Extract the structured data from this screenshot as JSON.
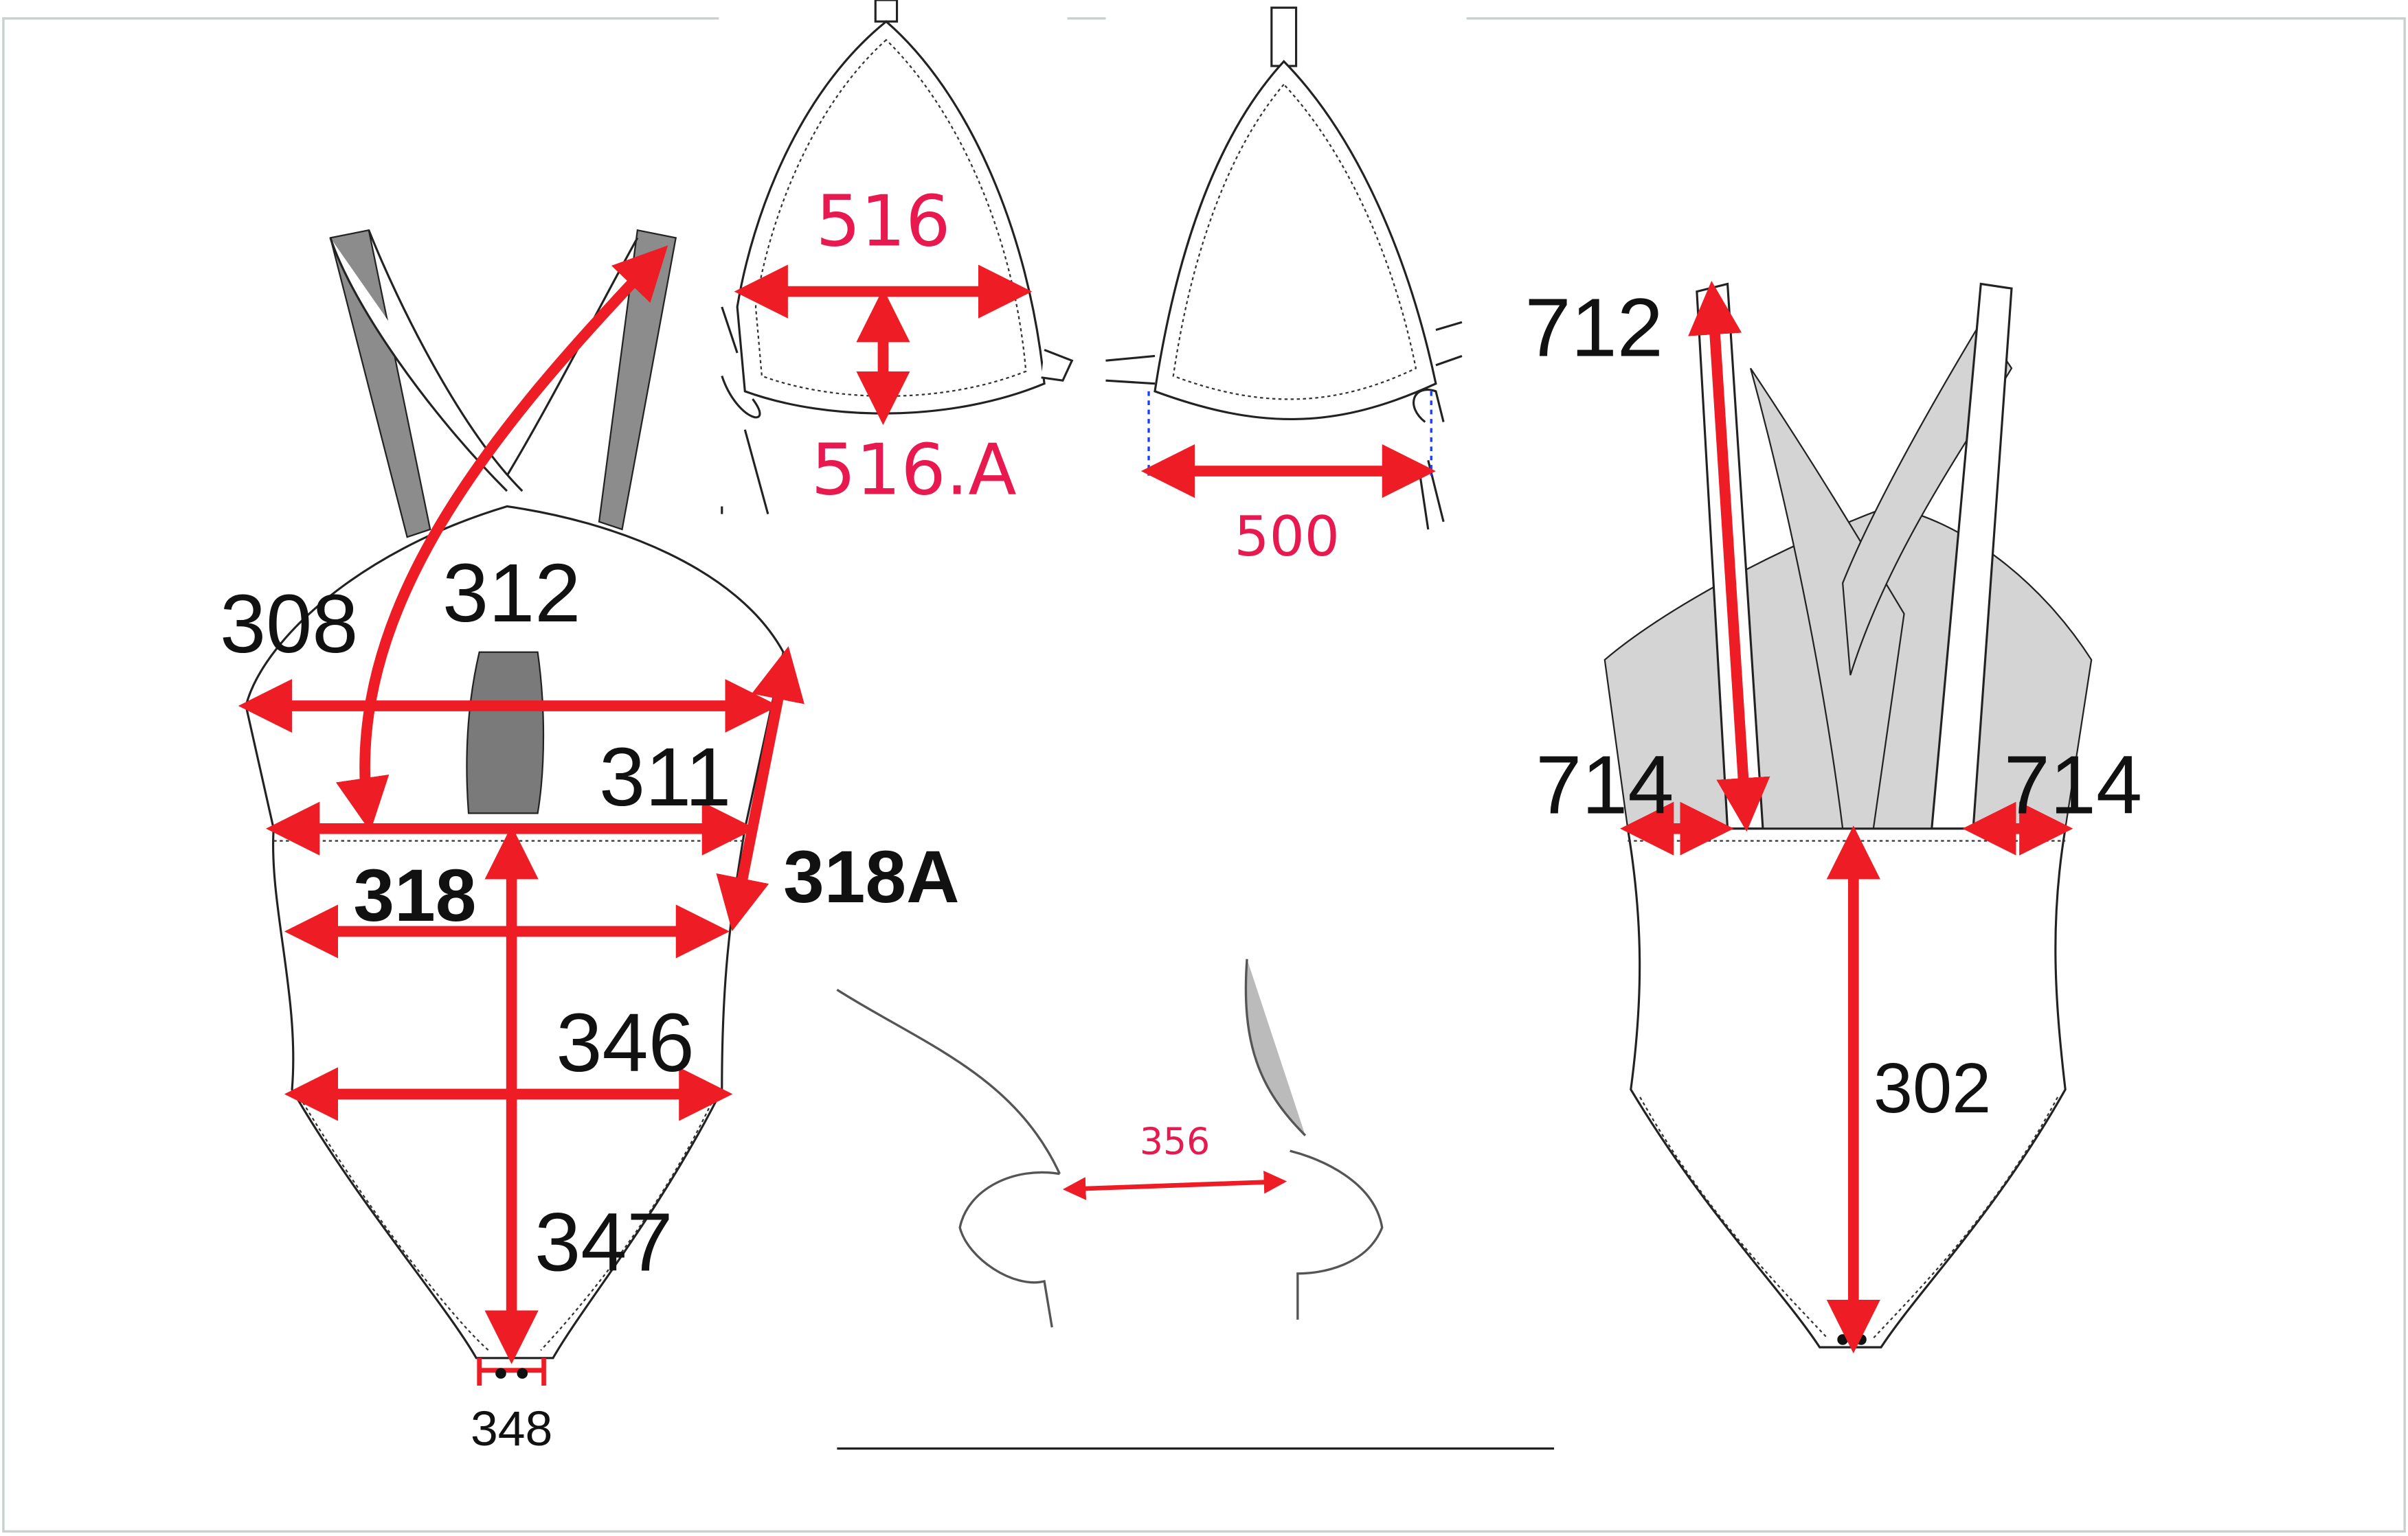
{
  "colors": {
    "arrow": "#ee1c24",
    "pink_label": "#e8194f",
    "strap_gray": "#8c8c8c",
    "panel_gray": "#d4d4d4"
  },
  "cups": {
    "label_width": "516",
    "label_height": "516.A",
    "label_span": "500"
  },
  "front": {
    "labels": {
      "m308": "308",
      "m312": "312",
      "m311": "311",
      "m318": "318",
      "m318a": "318A",
      "m346": "346",
      "m347": "347",
      "m348": "348"
    }
  },
  "stretch": {
    "label": "356"
  },
  "back": {
    "labels": {
      "m712": "712",
      "m714_left": "714",
      "m714_right": "714",
      "m302": "302"
    }
  }
}
